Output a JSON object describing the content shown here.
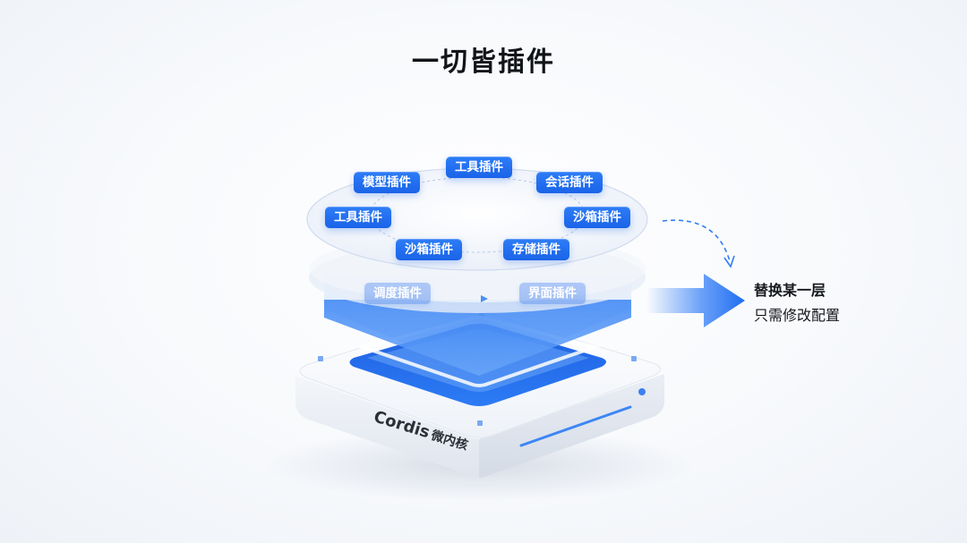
{
  "title": "一切皆插件",
  "ring_plugins": [
    {
      "label": "工具插件"
    },
    {
      "label": "模型插件"
    },
    {
      "label": "会话插件"
    },
    {
      "label": "工具插件"
    },
    {
      "label": "沙箱插件"
    },
    {
      "label": "沙箱插件"
    },
    {
      "label": "存储插件"
    }
  ],
  "layer_plugins": [
    {
      "label": "调度插件"
    },
    {
      "label": "界面插件"
    }
  ],
  "base": {
    "brand": "Cordis",
    "brand_suffix": "微内核"
  },
  "callout": {
    "title": "替换某一层",
    "subtitle": "只需修改配置"
  },
  "colors": {
    "accent": "#1a63e8",
    "accent_light": "#5b95f0",
    "text": "#111418"
  }
}
